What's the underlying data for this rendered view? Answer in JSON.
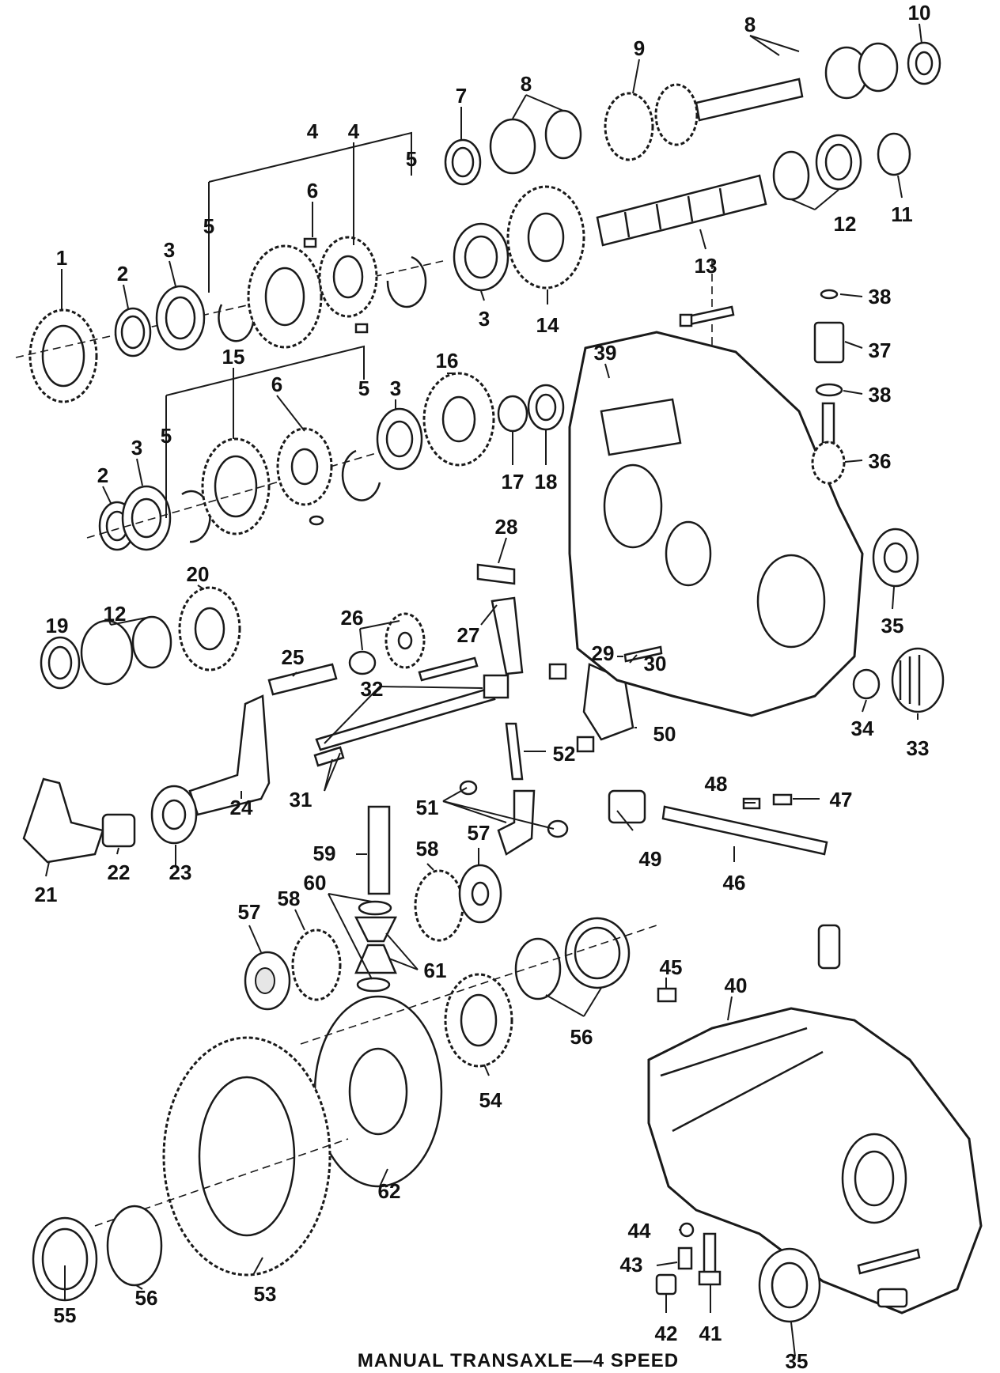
{
  "caption": "MANUAL TRANSAXLE—4 SPEED",
  "callouts": [
    {
      "id": "c1",
      "text": "1"
    },
    {
      "id": "c2a",
      "text": "2"
    },
    {
      "id": "c3a",
      "text": "3"
    },
    {
      "id": "c4a",
      "text": "4"
    },
    {
      "id": "c4b",
      "text": "4"
    },
    {
      "id": "c5a",
      "text": "5"
    },
    {
      "id": "c5b",
      "text": "5"
    },
    {
      "id": "c6a",
      "text": "6"
    },
    {
      "id": "c3b",
      "text": "3"
    },
    {
      "id": "c14",
      "text": "14"
    },
    {
      "id": "c7",
      "text": "7"
    },
    {
      "id": "c8a",
      "text": "8"
    },
    {
      "id": "c9",
      "text": "9"
    },
    {
      "id": "c8b",
      "text": "8"
    },
    {
      "id": "c10",
      "text": "10"
    },
    {
      "id": "c11",
      "text": "11"
    },
    {
      "id": "c12a",
      "text": "12"
    },
    {
      "id": "c13",
      "text": "13"
    },
    {
      "id": "c38a",
      "text": "38"
    },
    {
      "id": "c37",
      "text": "37"
    },
    {
      "id": "c38b",
      "text": "38"
    },
    {
      "id": "c36",
      "text": "36"
    },
    {
      "id": "c39",
      "text": "39"
    },
    {
      "id": "c15",
      "text": "15"
    },
    {
      "id": "c6b",
      "text": "6"
    },
    {
      "id": "c5c",
      "text": "5"
    },
    {
      "id": "c3c",
      "text": "3"
    },
    {
      "id": "c16",
      "text": "16"
    },
    {
      "id": "c17",
      "text": "17"
    },
    {
      "id": "c18",
      "text": "18"
    },
    {
      "id": "c2b",
      "text": "2"
    },
    {
      "id": "c3d",
      "text": "3"
    },
    {
      "id": "c5d",
      "text": "5"
    },
    {
      "id": "c28",
      "text": "28"
    },
    {
      "id": "c27",
      "text": "27"
    },
    {
      "id": "c35a",
      "text": "35"
    },
    {
      "id": "c20",
      "text": "20"
    },
    {
      "id": "c12b",
      "text": "12"
    },
    {
      "id": "c19",
      "text": "19"
    },
    {
      "id": "c26",
      "text": "26"
    },
    {
      "id": "c25",
      "text": "25"
    },
    {
      "id": "c32",
      "text": "32"
    },
    {
      "id": "c29",
      "text": "29"
    },
    {
      "id": "c30",
      "text": "30"
    },
    {
      "id": "c34",
      "text": "34"
    },
    {
      "id": "c33",
      "text": "33"
    },
    {
      "id": "c50",
      "text": "50"
    },
    {
      "id": "c52",
      "text": "52"
    },
    {
      "id": "c24",
      "text": "24"
    },
    {
      "id": "c31",
      "text": "31"
    },
    {
      "id": "c21",
      "text": "21"
    },
    {
      "id": "c22",
      "text": "22"
    },
    {
      "id": "c23",
      "text": "23"
    },
    {
      "id": "c51",
      "text": "51"
    },
    {
      "id": "c48",
      "text": "48"
    },
    {
      "id": "c47",
      "text": "47"
    },
    {
      "id": "c59",
      "text": "59"
    },
    {
      "id": "c58a",
      "text": "58"
    },
    {
      "id": "c57a",
      "text": "57"
    },
    {
      "id": "c49",
      "text": "49"
    },
    {
      "id": "c46",
      "text": "46"
    },
    {
      "id": "c60",
      "text": "60"
    },
    {
      "id": "c57b",
      "text": "57"
    },
    {
      "id": "c58b",
      "text": "58"
    },
    {
      "id": "c61",
      "text": "61"
    },
    {
      "id": "c45",
      "text": "45"
    },
    {
      "id": "c40",
      "text": "40"
    },
    {
      "id": "c56a",
      "text": "56"
    },
    {
      "id": "c54",
      "text": "54"
    },
    {
      "id": "c62",
      "text": "62"
    },
    {
      "id": "c56b",
      "text": "56"
    },
    {
      "id": "c55",
      "text": "55"
    },
    {
      "id": "c53",
      "text": "53"
    },
    {
      "id": "c44",
      "text": "44"
    },
    {
      "id": "c43",
      "text": "43"
    },
    {
      "id": "c42",
      "text": "42"
    },
    {
      "id": "c41",
      "text": "41"
    },
    {
      "id": "c35b",
      "text": "35"
    }
  ]
}
